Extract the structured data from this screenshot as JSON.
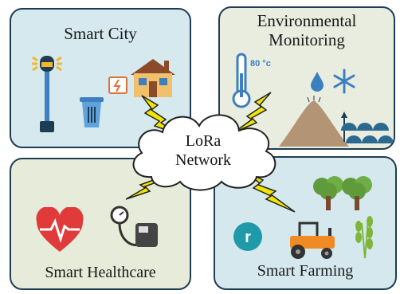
{
  "panels": {
    "city": {
      "title": "Smart City",
      "icons": [
        "street-lamp-icon",
        "smart-meter-icon",
        "house-icon",
        "trash-bin-icon"
      ]
    },
    "env": {
      "title_line1": "Environmental",
      "title_line2": "Monitoring",
      "thermometer_reading": "80 °c",
      "icons": [
        "thermometer-icon",
        "water-drop-icon",
        "snowflake-icon",
        "landslide-icon",
        "waves-icon"
      ]
    },
    "health": {
      "title": "Smart Healthcare",
      "icons": [
        "heart-pulse-icon",
        "blood-pressure-monitor-icon"
      ]
    },
    "farm": {
      "title": "Smart Farming",
      "icons": [
        "tree-icon",
        "tree-icon",
        "tractor-icon",
        "wheat-icon",
        "sensor-badge-icon"
      ]
    }
  },
  "center": {
    "line1": "LoRa",
    "line2": "Network"
  },
  "colors": {
    "city_bg": "#d6e9ef",
    "env_bg": "#e8ede0",
    "health_bg": "#e6ecd9",
    "farm_bg": "#d4e8ee",
    "bolt": "#f2e600",
    "border": "#1f3d52"
  }
}
